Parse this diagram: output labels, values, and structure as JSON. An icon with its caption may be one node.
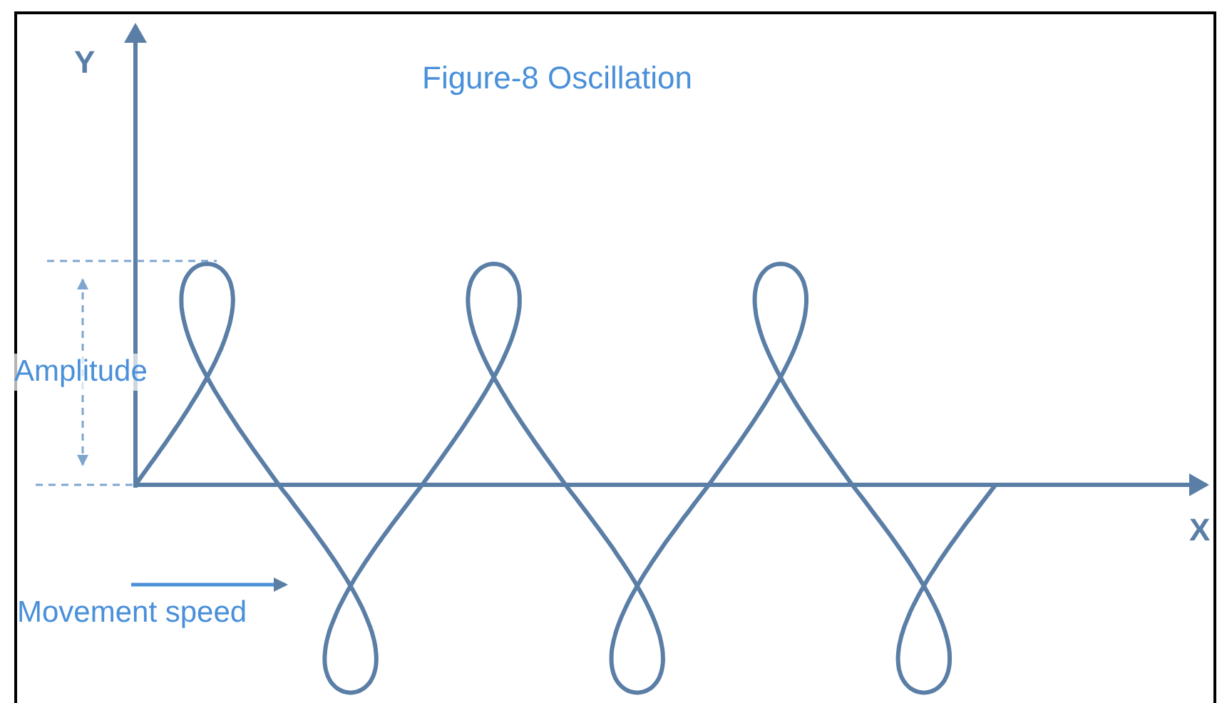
{
  "diagram": {
    "title": "Figure-8 Oscillation",
    "labels": [
      "Y",
      "Amplitude",
      "X",
      "Movement speed"
    ]
  }
}
